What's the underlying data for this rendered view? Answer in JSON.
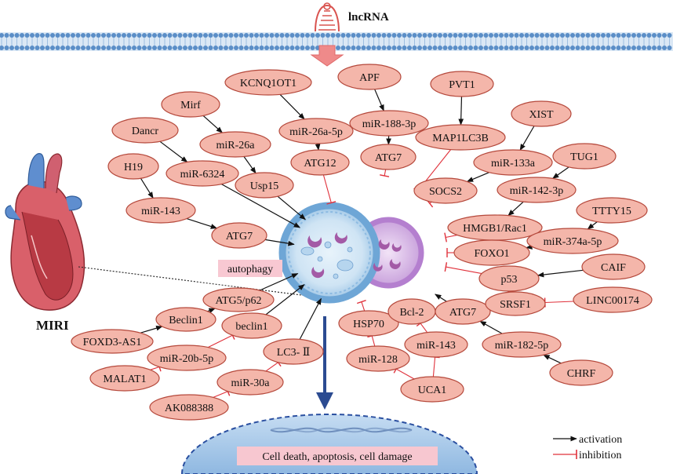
{
  "kind": "Diagram",
  "top_label": "lncRNA",
  "autophagy_label": "autophagy",
  "heart_label": "MIRI",
  "nucleus_text": "Cell death, apoptosis, cell damage",
  "legend": {
    "activation": "activation",
    "inhibition": "inhibition"
  },
  "colors": {
    "node_fill": "#f4b6aa",
    "node_stroke": "#b5493c",
    "activation": "#111111",
    "inhibition": "#e0303a",
    "membrane": "#5b8ec7",
    "nucleus": "#9ec3e6",
    "arrow_down": "#2b4b91"
  },
  "nodes": [
    {
      "id": "kcnq1ot1",
      "label": "KCNQ1OT1"
    },
    {
      "id": "apf",
      "label": "APF"
    },
    {
      "id": "pvt1",
      "label": "PVT1"
    },
    {
      "id": "mirf",
      "label": "Mirf"
    },
    {
      "id": "mir26a5p",
      "label": "miR-26a-5p"
    },
    {
      "id": "mir1883p",
      "label": "miR-188-3p"
    },
    {
      "id": "map1lc3b",
      "label": "MAP1LC3B"
    },
    {
      "id": "xist",
      "label": "XIST"
    },
    {
      "id": "dancr",
      "label": "Dancr"
    },
    {
      "id": "mir26a",
      "label": "miR-26a"
    },
    {
      "id": "atg12",
      "label": "ATG12"
    },
    {
      "id": "atg7a",
      "label": "ATG7"
    },
    {
      "id": "mir133a",
      "label": "miR-133a"
    },
    {
      "id": "tug1",
      "label": "TUG1"
    },
    {
      "id": "h19",
      "label": "H19"
    },
    {
      "id": "mir6324",
      "label": "miR-6324"
    },
    {
      "id": "usp15",
      "label": "Usp15"
    },
    {
      "id": "socs2",
      "label": "SOCS2"
    },
    {
      "id": "mir1423p",
      "label": "miR-142-3p"
    },
    {
      "id": "mir143a",
      "label": "miR-143"
    },
    {
      "id": "atg7b",
      "label": "ATG7"
    },
    {
      "id": "hmgb1",
      "label": "HMGB1/Rac1"
    },
    {
      "id": "ttty15",
      "label": "TTTY15"
    },
    {
      "id": "mir374",
      "label": "miR-374a-5p"
    },
    {
      "id": "foxo1",
      "label": "FOXO1"
    },
    {
      "id": "caif",
      "label": "CAIF"
    },
    {
      "id": "p53",
      "label": "p53"
    },
    {
      "id": "atg5",
      "label": "ATG5/p62"
    },
    {
      "id": "beclin1a",
      "label": "Beclin1"
    },
    {
      "id": "beclin1b",
      "label": "beclin1"
    },
    {
      "id": "hsp70",
      "label": "HSP70"
    },
    {
      "id": "bcl2",
      "label": "Bcl-2"
    },
    {
      "id": "atg7c",
      "label": "ATG7"
    },
    {
      "id": "srsf1",
      "label": "SRSF1"
    },
    {
      "id": "linc00174",
      "label": "LINC00174"
    },
    {
      "id": "foxd3",
      "label": "FOXD3-AS1"
    },
    {
      "id": "lc3",
      "label": "LC3- Ⅱ"
    },
    {
      "id": "mir143b",
      "label": "miR-143"
    },
    {
      "id": "mir1825p",
      "label": "miR-182-5p"
    },
    {
      "id": "malat1",
      "label": "MALAT1"
    },
    {
      "id": "mir20b",
      "label": "miR-20b-5p"
    },
    {
      "id": "mir128",
      "label": "miR-128"
    },
    {
      "id": "mir30a",
      "label": "miR-30a"
    },
    {
      "id": "chrf",
      "label": "CHRF"
    },
    {
      "id": "uca1",
      "label": "UCA1"
    },
    {
      "id": "ak088388",
      "label": "AK088388"
    }
  ],
  "edges": [
    {
      "from": "kcnq1ot1",
      "to": "mir26a5p",
      "type": "activation"
    },
    {
      "from": "mir26a5p",
      "to": "atg12",
      "type": "activation"
    },
    {
      "from": "atg12",
      "to": "autophagy",
      "type": "inhibition"
    },
    {
      "from": "apf",
      "to": "mir1883p",
      "type": "activation"
    },
    {
      "from": "mir1883p",
      "to": "atg7a",
      "type": "activation"
    },
    {
      "from": "atg7a",
      "to": "autophagy",
      "type": "inhibition"
    },
    {
      "from": "pvt1",
      "to": "map1lc3b",
      "type": "activation"
    },
    {
      "from": "map1lc3b",
      "to": "autophagy",
      "type": "inhibition"
    },
    {
      "from": "mirf",
      "to": "mir26a",
      "type": "activation"
    },
    {
      "from": "mir26a",
      "to": "usp15",
      "type": "activation"
    },
    {
      "from": "usp15",
      "to": "autophagy",
      "type": "activation"
    },
    {
      "from": "dancr",
      "to": "mir6324",
      "type": "activation"
    },
    {
      "from": "mir6324",
      "to": "autophagy",
      "type": "activation"
    },
    {
      "from": "h19",
      "to": "mir143a",
      "type": "activation"
    },
    {
      "from": "mir143a",
      "to": "atg7b",
      "type": "activation"
    },
    {
      "from": "atg7b",
      "to": "autophagy",
      "type": "activation"
    },
    {
      "from": "xist",
      "to": "mir133a",
      "type": "activation"
    },
    {
      "from": "mir133a",
      "to": "socs2",
      "type": "activation"
    },
    {
      "from": "socs2",
      "to": "autophagy",
      "type": "inhibition"
    },
    {
      "from": "tug1",
      "to": "mir1423p",
      "type": "activation"
    },
    {
      "from": "mir1423p",
      "to": "hmgb1",
      "type": "activation"
    },
    {
      "from": "hmgb1",
      "to": "autophagy",
      "type": "inhibition"
    },
    {
      "from": "ttty15",
      "to": "mir374",
      "type": "activation"
    },
    {
      "from": "mir374",
      "to": "foxo1",
      "type": "activation"
    },
    {
      "from": "foxo1",
      "to": "autophagy",
      "type": "inhibition"
    },
    {
      "from": "caif",
      "to": "p53",
      "type": "activation"
    },
    {
      "from": "p53",
      "to": "autophagy",
      "type": "inhibition"
    },
    {
      "from": "linc00174",
      "to": "srsf1",
      "type": "inhibition"
    },
    {
      "from": "srsf1",
      "to": "p53",
      "type": "inhibition"
    },
    {
      "from": "chrf",
      "to": "mir1825p",
      "type": "activation"
    },
    {
      "from": "mir1825p",
      "to": "atg7c",
      "type": "activation"
    },
    {
      "from": "atg7c",
      "to": "autophagy",
      "type": "activation"
    },
    {
      "from": "uca1",
      "to": "mir143b",
      "type": "inhibition"
    },
    {
      "from": "mir143b",
      "to": "bcl2",
      "type": "inhibition"
    },
    {
      "from": "bcl2",
      "to": "autophagy",
      "type": "inhibition"
    },
    {
      "from": "uca1",
      "to": "mir128",
      "type": "inhibition"
    },
    {
      "from": "mir128",
      "to": "hsp70",
      "type": "inhibition"
    },
    {
      "from": "hsp70",
      "to": "autophagy",
      "type": "inhibition"
    },
    {
      "from": "foxd3",
      "to": "beclin1a",
      "type": "activation"
    },
    {
      "from": "beclin1a",
      "to": "atg5",
      "type": "activation"
    },
    {
      "from": "atg5",
      "to": "autophagy",
      "type": "activation"
    },
    {
      "from": "malat1",
      "to": "mir20b",
      "type": "inhibition"
    },
    {
      "from": "mir20b",
      "to": "beclin1b",
      "type": "inhibition"
    },
    {
      "from": "beclin1b",
      "to": "autophagy",
      "type": "activation"
    },
    {
      "from": "ak088388",
      "to": "mir30a",
      "type": "inhibition"
    },
    {
      "from": "mir30a",
      "to": "lc3",
      "type": "inhibition"
    },
    {
      "from": "lc3",
      "to": "autophagy",
      "type": "activation"
    }
  ]
}
